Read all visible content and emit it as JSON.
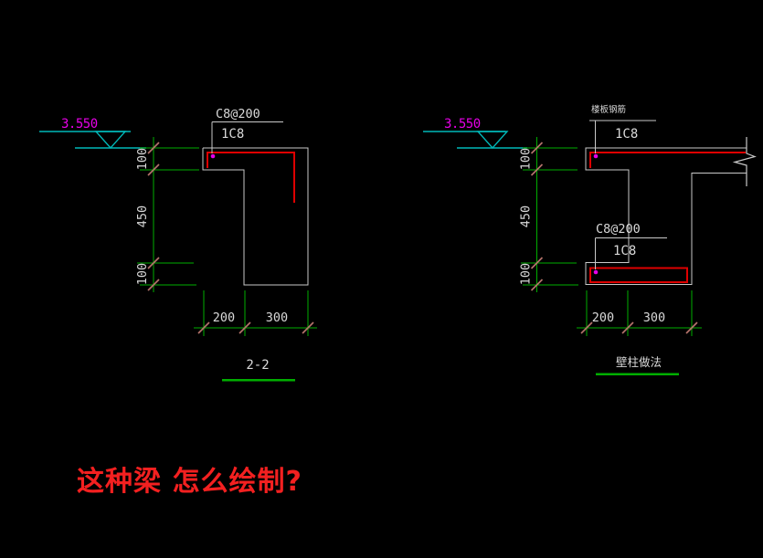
{
  "colors": {
    "background": "#000000",
    "outline": "#c9c9c9",
    "rebar": "#de0000",
    "dimension": "#00ae00",
    "level-symbol": "#00b8b8",
    "elevation-text": "#e800e8",
    "tick": "#b5736b",
    "text": "#d9d9d9",
    "node": "#e800e8",
    "question": "#f32020"
  },
  "left_view": {
    "elevation": "3.550",
    "top_rebar_label": "C8@200",
    "top_rebar_count": "1C8",
    "dims_vertical": [
      "100",
      "450",
      "100"
    ],
    "dims_horizontal": [
      "200",
      "300"
    ],
    "title": "2-2"
  },
  "right_view": {
    "elevation": "3.550",
    "slab_note": "楼板钢筋",
    "top_rebar_count": "1C8",
    "bottom_rebar_label": "C8@200",
    "bottom_rebar_count": "1C8",
    "dims_vertical": [
      "100",
      "450",
      "100"
    ],
    "dims_horizontal": [
      "200",
      "300"
    ],
    "title": "壁柱做法"
  },
  "question": {
    "text": "这种梁 怎么绘制?"
  }
}
